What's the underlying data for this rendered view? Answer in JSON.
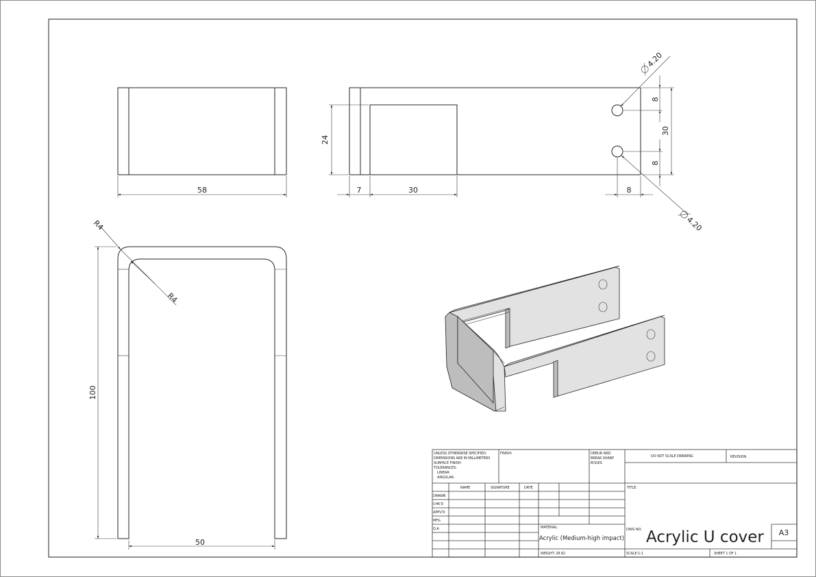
{
  "front_view": {
    "width_dim": "58"
  },
  "side_view": {
    "height_dim": "24",
    "dim_7": "7",
    "dim_30_bottom": "30",
    "dim_8_bottom": "8",
    "dim_8_top": "8",
    "dim_30_right": "30",
    "dim_8_lower": "8",
    "hole_top": "4.20",
    "hole_bottom": "4.20"
  },
  "top_view": {
    "radius_outer": "R4",
    "radius_inner": "R4",
    "height_dim": "100",
    "width_dim": "50"
  },
  "title_block": {
    "general_notes": [
      "UNLESS OTHERWISE SPECIFIED:",
      "DIMENSIONS ARE IN MILLIMETERS",
      "SURFACE FINISH:",
      "TOLERANCES:",
      "LINEAR:",
      "ANGULAR:"
    ],
    "finish_label": "FINISH:",
    "deburr_label": [
      "DEBUR AND",
      "BREAK SHARP",
      "EDGES"
    ],
    "do_not_scale": "DO NOT SCALE DRAWING",
    "revision_label": "REVISION",
    "col_name": "NAME",
    "col_signature": "SIGNATURE",
    "col_date": "DATE",
    "rows": [
      "DRAWN",
      "CHK'D",
      "APPV'D",
      "MFG",
      "Q.A"
    ],
    "title_label": "TITLE:",
    "material_label": "MATERIAL:",
    "material_value": "Acrylic (Medium-high impact)",
    "dwg_no_label": "DWG NO.",
    "drawing_title": "Acrylic U cover",
    "sheet_size": "A3",
    "weight": "WEIGHT: 28.82",
    "scale": "SCALE:1:1",
    "sheet": "SHEET 1 OF 1"
  }
}
